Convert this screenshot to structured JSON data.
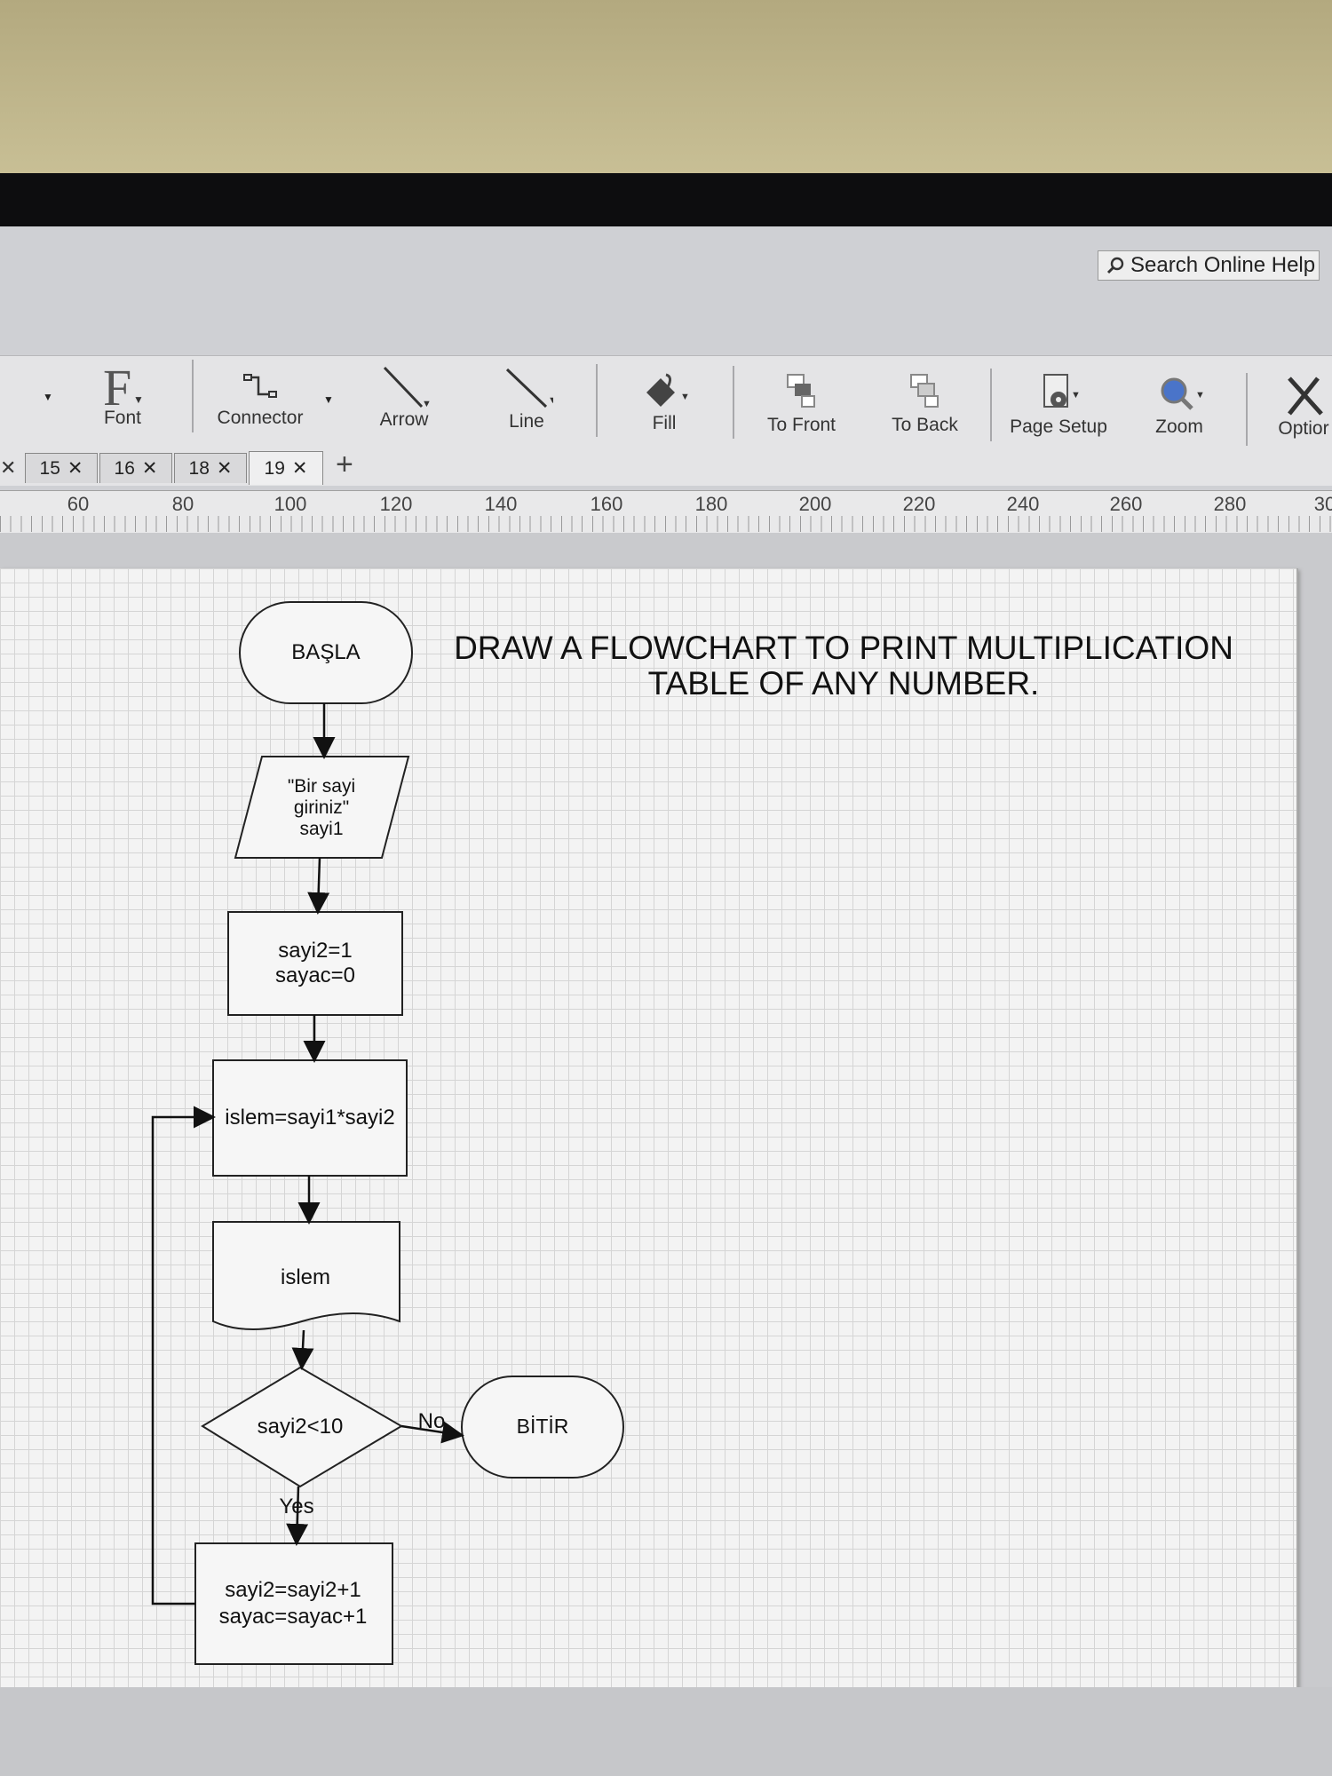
{
  "help": {
    "label": "Search Online Help"
  },
  "ribbon": {
    "font": "Font",
    "connector": "Connector",
    "arrow": "Arrow",
    "line": "Line",
    "fill": "Fill",
    "to_front": "To Front",
    "to_back": "To Back",
    "page_setup": "Page Setup",
    "zoom": "Zoom",
    "options": "Optior"
  },
  "tabs": [
    {
      "label": "15"
    },
    {
      "label": "16"
    },
    {
      "label": "18"
    },
    {
      "label": "19"
    }
  ],
  "ruler": [
    "60",
    "80",
    "100",
    "120",
    "140",
    "160",
    "180",
    "200",
    "220",
    "240",
    "260",
    "280",
    "30"
  ],
  "title": "DRAW A FLOWCHART TO PRINT MULTIPLICATION TABLE OF ANY NUMBER.",
  "flowchart": {
    "start": "BAŞLA",
    "input_line1": "\"Bir sayi",
    "input_line2": "giriniz\"",
    "input_line3": "sayi1",
    "init_line1": "sayi2=1",
    "init_line2": "sayac=0",
    "calc": "islem=sayi1*sayi2",
    "output": "islem",
    "decision": "sayi2<10",
    "no": "No",
    "yes": "Yes",
    "end": "BİTİR",
    "inc_line1": "sayi2=sayi2+1",
    "inc_line2": "sayac=sayac+1"
  }
}
